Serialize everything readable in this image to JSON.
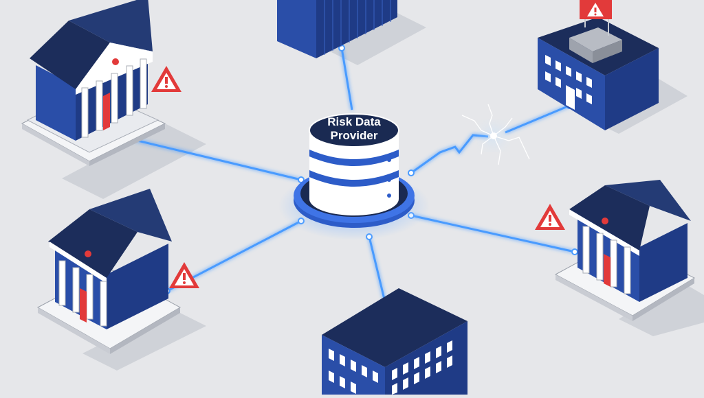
{
  "hub": {
    "line1": "Risk Data",
    "line2": "Provider"
  },
  "colors": {
    "background": "#e6e7ea",
    "roof": "#1c2d5b",
    "building_front": "#2a4ea8",
    "building_side": "#1f3b86",
    "connection_glow": "#4a9bff",
    "alert_red": "#e23a3a",
    "hub_fill": "#ffffff",
    "hub_stripe": "#2d5cc8",
    "hub_top": "#1a2a52"
  },
  "nodes": [
    {
      "type": "bank",
      "icon": "bank-building-icon",
      "alert": true
    },
    {
      "type": "tower",
      "icon": "server-tower-icon",
      "alert": false
    },
    {
      "type": "office",
      "icon": "office-building-icon",
      "alert": true,
      "connection_broken": true
    },
    {
      "type": "bank",
      "icon": "bank-building-icon",
      "alert": true
    },
    {
      "type": "bank",
      "icon": "bank-building-icon",
      "alert": true
    },
    {
      "type": "office",
      "icon": "office-building-icon",
      "alert": false
    }
  ]
}
